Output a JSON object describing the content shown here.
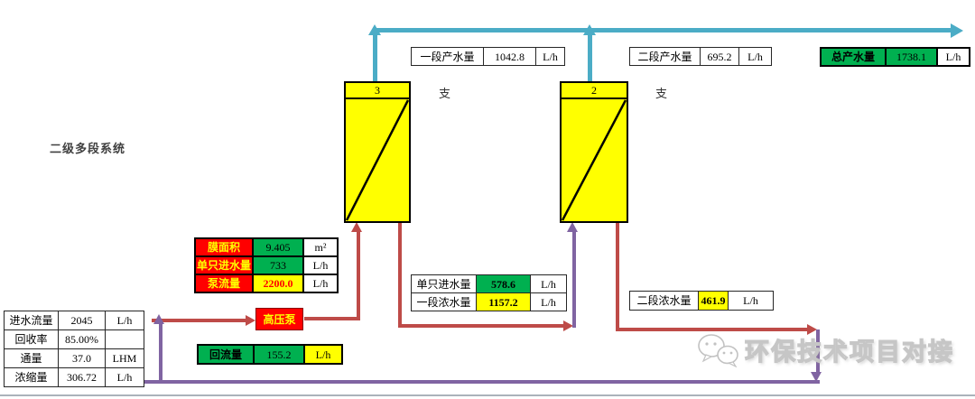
{
  "title": "二级多段系统",
  "units": {
    "unit1": {
      "count": "3",
      "suffix": "支"
    },
    "unit2": {
      "count": "2",
      "suffix": "支"
    }
  },
  "pump": {
    "label": "高压泵"
  },
  "feed_table": {
    "rows": [
      {
        "label": "进水流量",
        "value": "2045",
        "unit": "L/h"
      },
      {
        "label": "回收率",
        "value": "85.00%",
        "unit": ""
      },
      {
        "label": "通量",
        "value": "37.0",
        "unit": "LHM"
      },
      {
        "label": "浓缩量",
        "value": "306.72",
        "unit": "L/h"
      }
    ]
  },
  "membrane_spec_table": {
    "rows": [
      {
        "label": "膜面积",
        "value": "9.405",
        "unit": "m²"
      },
      {
        "label": "单只进水量",
        "value": "733",
        "unit": "L/h"
      },
      {
        "label": "泵流量",
        "value": "2200.0",
        "unit": "L/h"
      }
    ]
  },
  "reflux_table": {
    "label": "回流量",
    "value": "155.2",
    "unit": "L/h"
  },
  "stage1_product_table": {
    "label": "一段产水量",
    "value": "1042.8",
    "unit": "L/h"
  },
  "stage2_product_table": {
    "label": "二段产水量",
    "value": "695.2",
    "unit": "L/h"
  },
  "total_product_table": {
    "label": "总产水量",
    "value": "1738.1",
    "unit": "L/h"
  },
  "stage1_flow_table": {
    "rows": [
      {
        "label": "单只进水量",
        "value": "578.6",
        "unit": "L/h"
      },
      {
        "label": "一段浓水量",
        "value": "1157.2",
        "unit": "L/h"
      }
    ]
  },
  "stage2_concentrate_table": {
    "label": "二段浓水量",
    "value": "461.9",
    "unit": "L/h"
  },
  "watermark": {
    "text": "环保技术项目对接",
    "icon": "wechat-bubbles"
  },
  "colors": {
    "product_water_line": "#4BACC6",
    "feed_line": "#BE4B48",
    "concentrate_return_line": "#8064A2",
    "membrane_unit_fill": "#FFFF00",
    "highlight_green": "#00B050",
    "highlight_yellow": "#FFFF00",
    "highlight_red": "#FF0000"
  }
}
